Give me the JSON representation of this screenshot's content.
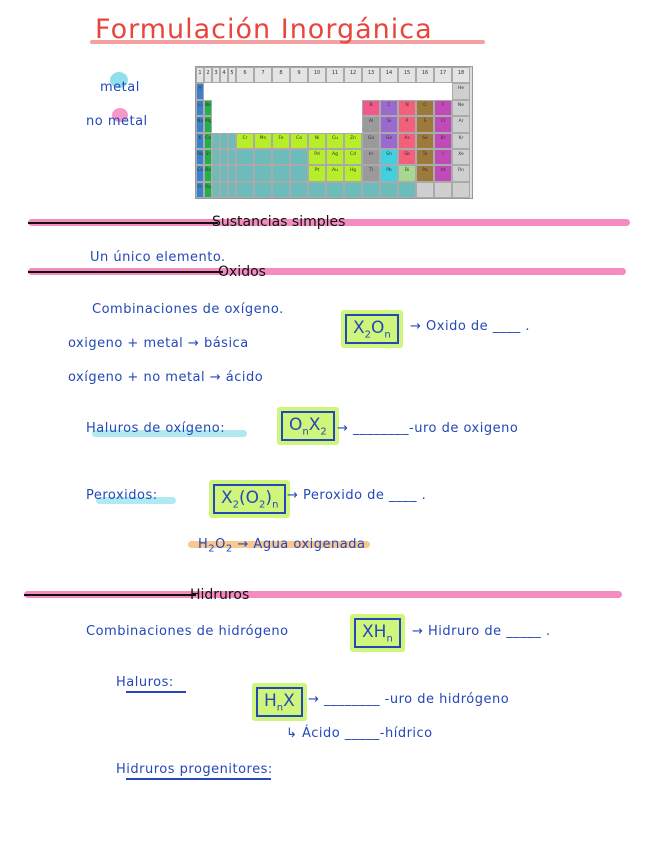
{
  "title": "Formulación Inorgánica",
  "legend": {
    "metal": "metal",
    "no_metal": "no metal",
    "metal_color": "#8fe0ec",
    "no_metal_color": "#f59ac8"
  },
  "periodic_table": {
    "groups": [
      "1",
      "2",
      "3",
      "4",
      "5",
      "6",
      "7",
      "8",
      "9",
      "10",
      "11",
      "12",
      "13",
      "14",
      "15",
      "16",
      "17",
      "18"
    ],
    "colors": {
      "a": "#3a7fd0",
      "e": "#22b04a",
      "t": "#6cbcbc",
      "l": "#b6ee2a",
      "g": "#9a9a9a",
      "p": "#f05a88",
      "v": "#9a6ad0",
      "r": "#f2607a",
      "b": "#9c7a3c",
      "m": "#c04ab8",
      "n": "#cfcfcf",
      "c": "#40d0e0",
      "y": "#a8d890",
      "w": "#ffffff"
    },
    "rows": [
      [
        [
          "H",
          "a"
        ],
        [
          "",
          "w"
        ],
        [
          "",
          "w"
        ],
        [
          "",
          "w"
        ],
        [
          "",
          "w"
        ],
        [
          "",
          "w"
        ],
        [
          "",
          "w"
        ],
        [
          "",
          "w"
        ],
        [
          "",
          "w"
        ],
        [
          "",
          "w"
        ],
        [
          "",
          "w"
        ],
        [
          "",
          "w"
        ],
        [
          "",
          "w"
        ],
        [
          "",
          "w"
        ],
        [
          "",
          "w"
        ],
        [
          "",
          "w"
        ],
        [
          "",
          "w"
        ],
        [
          "He",
          "n"
        ]
      ],
      [
        [
          "Li",
          "a"
        ],
        [
          "Be",
          "e"
        ],
        [
          "",
          "w"
        ],
        [
          "",
          "w"
        ],
        [
          "",
          "w"
        ],
        [
          "",
          "w"
        ],
        [
          "",
          "w"
        ],
        [
          "",
          "w"
        ],
        [
          "",
          "w"
        ],
        [
          "",
          "w"
        ],
        [
          "",
          "w"
        ],
        [
          "",
          "w"
        ],
        [
          "B",
          "p"
        ],
        [
          "C",
          "v"
        ],
        [
          "N",
          "r"
        ],
        [
          "O",
          "b"
        ],
        [
          "F",
          "m"
        ],
        [
          "Ne",
          "n"
        ]
      ],
      [
        [
          "Na",
          "a"
        ],
        [
          "Mg",
          "e"
        ],
        [
          "",
          "w"
        ],
        [
          "",
          "w"
        ],
        [
          "",
          "w"
        ],
        [
          "",
          "w"
        ],
        [
          "",
          "w"
        ],
        [
          "",
          "w"
        ],
        [
          "",
          "w"
        ],
        [
          "",
          "w"
        ],
        [
          "",
          "w"
        ],
        [
          "",
          "w"
        ],
        [
          "Al",
          "g"
        ],
        [
          "Si",
          "v"
        ],
        [
          "P",
          "r"
        ],
        [
          "S",
          "b"
        ],
        [
          "Cl",
          "m"
        ],
        [
          "Ar",
          "n"
        ]
      ],
      [
        [
          "K",
          "a"
        ],
        [
          "Ca",
          "e"
        ],
        [
          "",
          "t"
        ],
        [
          "",
          "t"
        ],
        [
          "",
          "t"
        ],
        [
          "Cr",
          "l"
        ],
        [
          "Mn",
          "l"
        ],
        [
          "Fe",
          "l"
        ],
        [
          "Co",
          "l"
        ],
        [
          "Ni",
          "l"
        ],
        [
          "Cu",
          "l"
        ],
        [
          "Zn",
          "l"
        ],
        [
          "Ga",
          "g"
        ],
        [
          "Ge",
          "v"
        ],
        [
          "As",
          "r"
        ],
        [
          "Se",
          "b"
        ],
        [
          "Br",
          "m"
        ],
        [
          "Kr",
          "n"
        ]
      ],
      [
        [
          "Rb",
          "a"
        ],
        [
          "Sr",
          "e"
        ],
        [
          "",
          "t"
        ],
        [
          "",
          "t"
        ],
        [
          "",
          "t"
        ],
        [
          "",
          "t"
        ],
        [
          "",
          "t"
        ],
        [
          "",
          "t"
        ],
        [
          "",
          "t"
        ],
        [
          "Pd",
          "l"
        ],
        [
          "Ag",
          "l"
        ],
        [
          "Cd",
          "l"
        ],
        [
          "In",
          "g"
        ],
        [
          "Sn",
          "c"
        ],
        [
          "Sb",
          "r"
        ],
        [
          "Te",
          "b"
        ],
        [
          "I",
          "m"
        ],
        [
          "Xe",
          "n"
        ]
      ],
      [
        [
          "Cs",
          "a"
        ],
        [
          "Ba",
          "e"
        ],
        [
          "",
          "t"
        ],
        [
          "",
          "t"
        ],
        [
          "",
          "t"
        ],
        [
          "",
          "t"
        ],
        [
          "",
          "t"
        ],
        [
          "",
          "t"
        ],
        [
          "",
          "t"
        ],
        [
          "Pt",
          "l"
        ],
        [
          "Au",
          "l"
        ],
        [
          "Hg",
          "l"
        ],
        [
          "Tl",
          "g"
        ],
        [
          "Pb",
          "c"
        ],
        [
          "Bi",
          "y"
        ],
        [
          "Po",
          "b"
        ],
        [
          "At",
          "m"
        ],
        [
          "Rn",
          "n"
        ]
      ],
      [
        [
          "Fr",
          "a"
        ],
        [
          "Ra",
          "e"
        ],
        [
          "",
          "t"
        ],
        [
          "",
          "t"
        ],
        [
          "",
          "t"
        ],
        [
          "",
          "t"
        ],
        [
          "",
          "t"
        ],
        [
          "",
          "t"
        ],
        [
          "",
          "t"
        ],
        [
          "",
          "t"
        ],
        [
          "",
          "t"
        ],
        [
          "",
          "t"
        ],
        [
          "",
          "t"
        ],
        [
          "",
          "t"
        ],
        [
          "",
          "t"
        ],
        [
          "",
          "n"
        ],
        [
          "",
          "n"
        ],
        [
          "",
          "n"
        ]
      ]
    ]
  },
  "sustancias": {
    "heading": "Sustancias simples",
    "text": "Un único elemento."
  },
  "oxidos": {
    "heading": "Oxidos",
    "line1": "Combinaciones de oxígeno.",
    "line2": "oxigeno  + metal → básica",
    "line3": "oxígeno  + no metal → ácido",
    "formula_main": {
      "a": "X",
      "s1": "2",
      "b": "O",
      "s2": "n"
    },
    "main_result": "→ Oxido de ____ .",
    "haluros_label": "Haluros de oxígeno:",
    "haluros_formula": {
      "a": "O",
      "s1": "n",
      "b": "X",
      "s2": "2"
    },
    "haluros_result": "→ ________-uro de oxigeno",
    "peroxidos_label": "Peroxidos:",
    "peroxidos_formula": {
      "a": "X",
      "s1": "2",
      "b": "(O",
      "s2": "2",
      "c": ")",
      "s3": "n"
    },
    "peroxidos_result": "→ Peroxido de ____ .",
    "agua": {
      "a": "H",
      "s1": "2",
      "b": "O",
      "s2": "2",
      "c": " → Agua oxigenada"
    }
  },
  "hidruros": {
    "heading": "Hidruros",
    "line1": "Combinaciones de hidrógeno",
    "formula_main": {
      "a": "XH",
      "s1": "n"
    },
    "main_result": "→ Hidruro de _____ .",
    "haluros_label": "Haluros:",
    "haluros_formula": {
      "a": "H",
      "s1": "n",
      "b": "X"
    },
    "haluros_result": "→ ________ -uro de hidrógeno",
    "acido_result": "↳ Ácido  _____-hídrico",
    "progenitores_label": "Hidruros progenitores:"
  }
}
